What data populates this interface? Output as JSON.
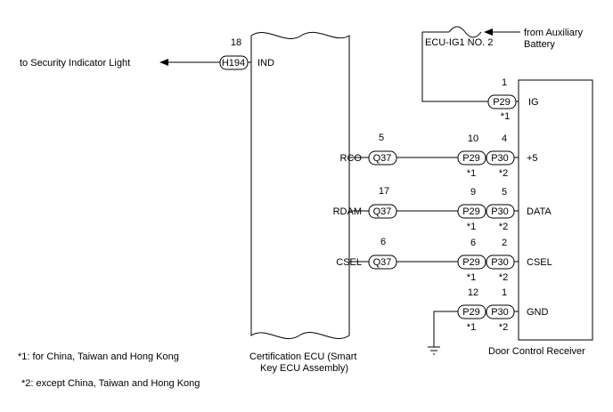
{
  "ecu": {
    "label_line1": "Certification ECU (Smart",
    "label_line2": "Key ECU Assembly)"
  },
  "receiver": {
    "label": "Door Control Receiver"
  },
  "fuse": {
    "label": "ECU-IG1 NO. 2",
    "source_line1": "from Auxiliary",
    "source_line2": "Battery"
  },
  "security": {
    "text": "to Security Indicator Light",
    "connector": "H194",
    "pin": "18",
    "signal": "IND"
  },
  "ig": {
    "connector": "P29",
    "pin": "1",
    "note": "*1",
    "signal": "IG"
  },
  "lines": [
    {
      "signal": "RCO",
      "ecu_pin": "5",
      "ecu_conn": "Q37",
      "p29_pin": "10",
      "p30_pin": "4",
      "rx_signal": "+5"
    },
    {
      "signal": "RDAM",
      "ecu_pin": "17",
      "ecu_conn": "Q37",
      "p29_pin": "9",
      "p30_pin": "5",
      "rx_signal": "DATA"
    },
    {
      "signal": "CSEL",
      "ecu_pin": "6",
      "ecu_conn": "Q37",
      "p29_pin": "6",
      "p30_pin": "2",
      "rx_signal": "CSEL"
    }
  ],
  "gnd": {
    "p29_pin": "12",
    "p30_pin": "1",
    "signal": "GND"
  },
  "connectors": {
    "p29": "P29",
    "p30": "P30",
    "note1": "*1",
    "note2": "*2"
  },
  "notes": [
    "*1: for China, Taiwan and Hong Kong",
    "*2: except China, Taiwan and Hong Kong"
  ]
}
